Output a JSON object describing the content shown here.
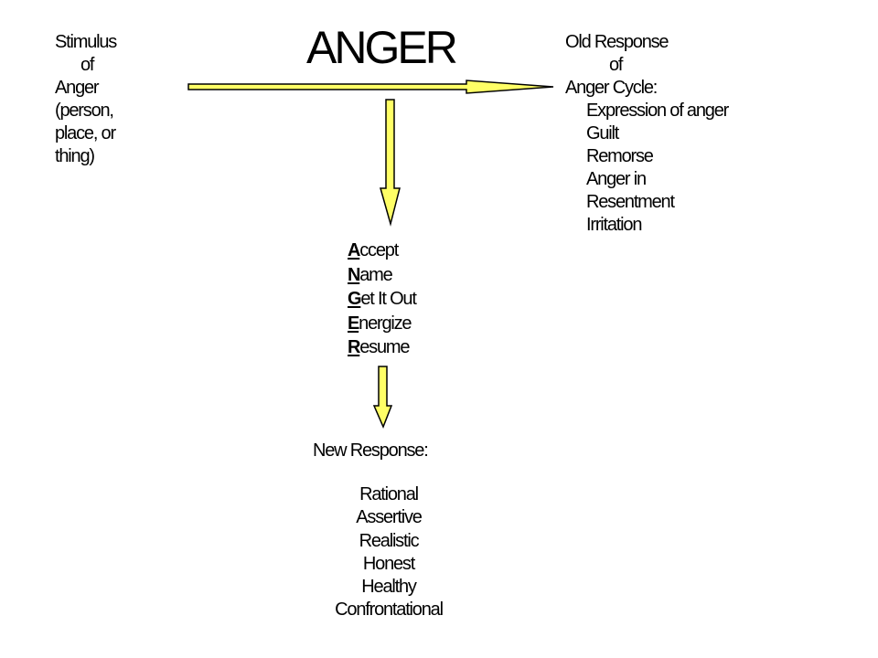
{
  "title": "ANGER",
  "stimulus": {
    "lines": [
      "Stimulus",
      "of",
      "Anger",
      "(person,",
      "place, or",
      "thing)"
    ]
  },
  "old_response": {
    "heading_lines": [
      "Old Response",
      "of",
      "Anger Cycle:"
    ],
    "items": [
      "Expression of anger",
      "Guilt",
      "Remorse",
      "Anger in",
      "Resentment",
      "Irritation"
    ]
  },
  "acronym": [
    {
      "letter": "A",
      "rest": "ccept"
    },
    {
      "letter": "N",
      "rest": "ame"
    },
    {
      "letter": "G",
      "rest": "et It Out"
    },
    {
      "letter": "E",
      "rest": "nergize"
    },
    {
      "letter": "R",
      "rest": "esume"
    }
  ],
  "new_response": {
    "label": "New Response:",
    "items": [
      "Rational",
      "Assertive",
      "Realistic",
      "Honest",
      "Healthy",
      "Confrontational"
    ]
  },
  "colors": {
    "arrow_fill": "#ffff66",
    "arrow_stroke": "#000000",
    "text": "#000000",
    "background": "#ffffff"
  }
}
